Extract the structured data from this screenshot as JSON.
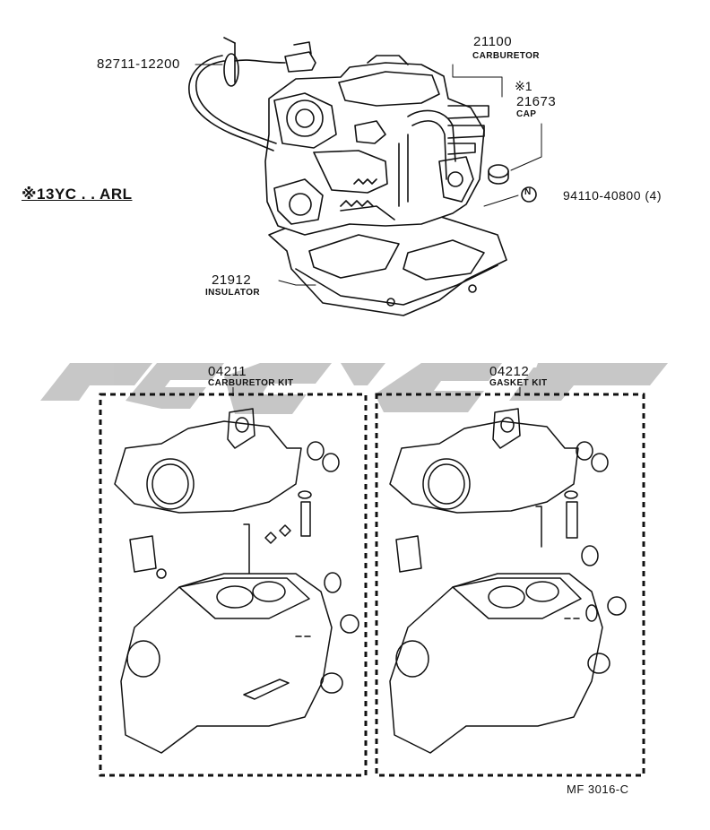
{
  "watermark": {
    "color": "#bdbdbd",
    "kind": "brand-watermark"
  },
  "note": {
    "mark": "※",
    "text": "13YC . . ARL"
  },
  "callouts": {
    "vacuum_hose": {
      "number": "82711-12200"
    },
    "carburetor": {
      "number": "21100",
      "caption": "CARBURETOR"
    },
    "cap": {
      "mark": "※1",
      "number": "21673",
      "caption": "CAP"
    },
    "nut": {
      "symbol": "N",
      "number": "94110-40800 (4)"
    },
    "insulator": {
      "number": "21912",
      "caption": "INSULATOR"
    },
    "carburetor_kit": {
      "number": "04211",
      "caption": "CARBURETOR KIT"
    },
    "gasket_kit": {
      "number": "04212",
      "caption": "GASKET KIT"
    }
  },
  "figure_code": "MF 3016-C"
}
